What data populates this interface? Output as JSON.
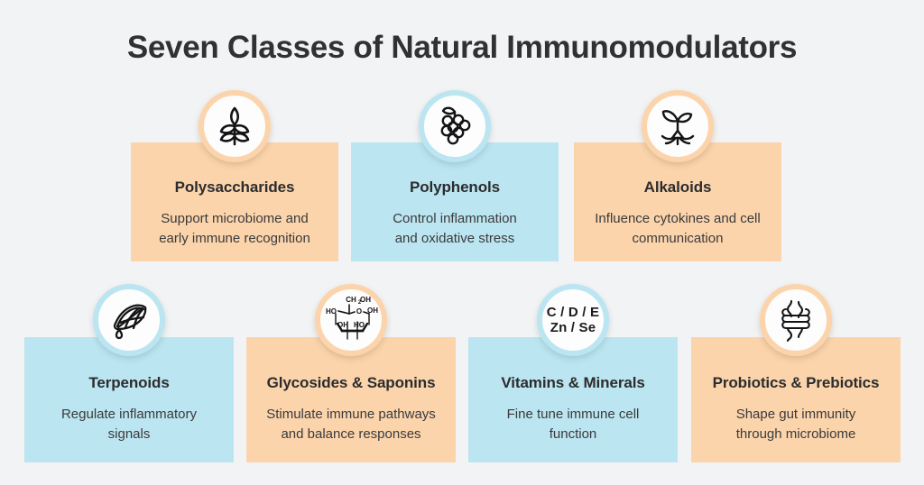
{
  "title": "Seven Classes of Natural Immunomodulators",
  "colors": {
    "background": "#f2f3f4",
    "orange": "#fbd4ab",
    "blue": "#bbe5f0",
    "title_text": "#2f3133",
    "heading_text": "#2c2c2e",
    "body_text": "#3a3a3c",
    "icon_stroke": "#141416",
    "circle_fill": "#fdfdfd"
  },
  "cards": [
    {
      "heading": "Polysaccharides",
      "description": "Support microbiome and early immune recognition",
      "icon": "wheat-icon",
      "color": "orange"
    },
    {
      "heading": "Polyphenols",
      "description": "Control inflammation and oxidative stress",
      "icon": "grapes-icon",
      "color": "blue"
    },
    {
      "heading": "Alkaloids",
      "description": "Influence cytokines and cell communication",
      "icon": "sprout-roots-icon",
      "color": "orange"
    },
    {
      "heading": "Terpenoids",
      "description": "Regulate inflammatory signals",
      "icon": "citrus-slice-droplet-icon",
      "color": "blue"
    },
    {
      "heading": "Glycosides & Saponins",
      "description": "Stimulate immune pathways and balance responses",
      "icon": "glucose-molecule-icon",
      "color": "orange"
    },
    {
      "heading": "Vitamins & Minerals",
      "description": "Fine tune immune cell function",
      "icon": "vitamin-letters-icon",
      "color": "blue"
    },
    {
      "heading": "Probiotics & Prebiotics",
      "description": "Shape gut immunity through microbiome",
      "icon": "intestine-icon",
      "color": "orange"
    }
  ],
  "molecule_labels": {
    "top": "CH₂OH",
    "left": "HO",
    "ring_o": "O",
    "right": "OH",
    "mid_left": "OH",
    "mid_right": "HO"
  },
  "vitamin_icon_text": {
    "line1": "C / D / E",
    "line2": "Zn / Se"
  }
}
